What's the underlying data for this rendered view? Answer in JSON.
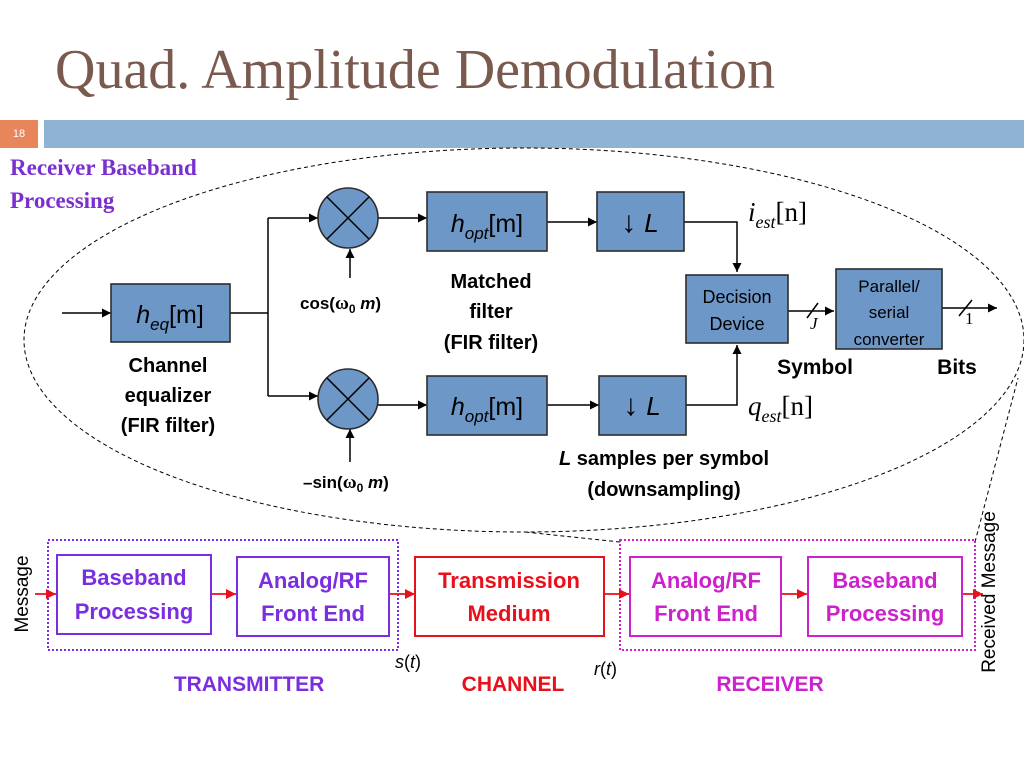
{
  "slide": {
    "title": "Quad. Amplitude Demodulation",
    "page_number": "18"
  },
  "receiver_label": [
    "Receiver Baseband",
    "Processing"
  ],
  "blocks": {
    "equalizer": {
      "sym": "h",
      "sub": "eq",
      "arg": "[m]",
      "caption": [
        "Channel",
        "equalizer",
        "(FIR filter)"
      ]
    },
    "matched_top": {
      "sym": "h",
      "sub": "opt",
      "arg": "[m]"
    },
    "matched_bottom": {
      "sym": "h",
      "sub": "opt",
      "arg": "[m]"
    },
    "matched_caption": [
      "Matched",
      "filter",
      "(FIR filter)"
    ],
    "down_top": {
      "arrow": "↓",
      "factor": "L"
    },
    "down_bottom": {
      "arrow": "↓",
      "factor": "L"
    },
    "down_caption": {
      "italic": "L",
      "line1_rest": " samples per symbol",
      "line2": "(downsampling)"
    },
    "decision": [
      "Decision",
      "Device"
    ],
    "converter": [
      "Parallel/",
      "serial",
      "converter"
    ]
  },
  "oscillators": {
    "cos": {
      "pre": "cos(",
      "omega": "ω",
      "sub": "0",
      "arg": " m",
      "post": ")"
    },
    "sin": {
      "pre": "–sin(",
      "omega": "ω",
      "sub": "0",
      "arg": " m",
      "post": ")"
    }
  },
  "signals": {
    "iest": {
      "var": "i",
      "sub": "est",
      "arg": "[n]"
    },
    "qest": {
      "var": "q",
      "sub": "est",
      "arg": "[n]"
    },
    "j_label": "J",
    "one_label": "1",
    "symbol": "Symbol",
    "bits": "Bits"
  },
  "system": {
    "tx_bb": [
      "Baseband",
      "Processing"
    ],
    "tx_rf": [
      "Analog/RF",
      "Front End"
    ],
    "medium": [
      "Transmission",
      "Medium"
    ],
    "rx_rf": [
      "Analog/RF",
      "Front End"
    ],
    "rx_bb": [
      "Baseband",
      "Processing"
    ],
    "transmitter": "TRANSMITTER",
    "channel": "CHANNEL",
    "receiver": "RECEIVER",
    "message": "Message",
    "received_message": "Received Message",
    "st": {
      "var": "s",
      "arg": "t"
    },
    "rt": {
      "var": "r",
      "arg": "t"
    }
  },
  "colors": {
    "title": "#7a5a4e",
    "accent_bar": "#8fb3d3",
    "page_box": "#e8855a",
    "block_fill": "#6d97c7",
    "transmitter": "#7b2ee0",
    "channel": "#e8101a",
    "receiver": "#cc22cc",
    "receiver_label": "#7a2fd0"
  }
}
